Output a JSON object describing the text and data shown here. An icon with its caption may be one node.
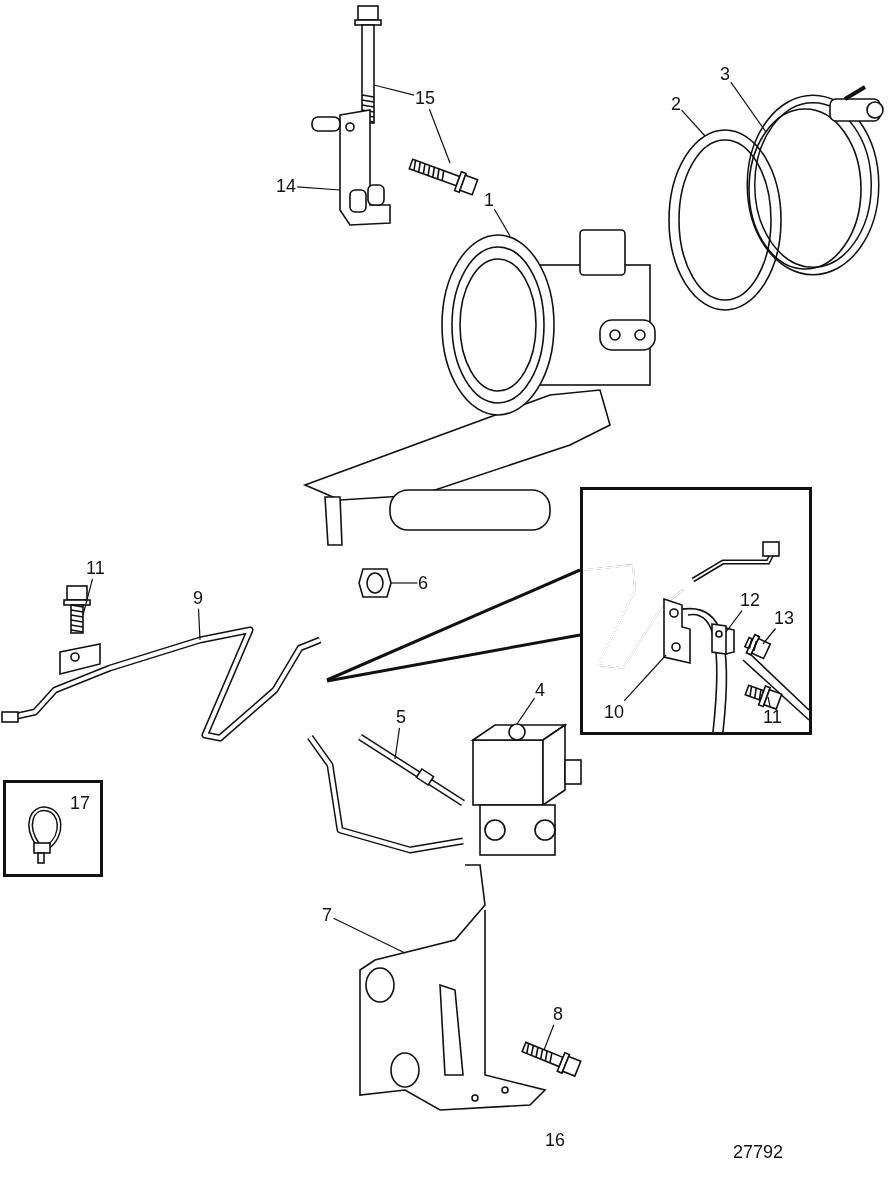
{
  "diagram": {
    "nodes": [
      {
        "text": [
          "15"
        ]
      },
      {
        "text": [],
        "shape": "picture"
      },
      {
        "text": [],
        "shape": "picture"
      },
      {
        "text": [
          "3"
        ]
      },
      {
        "text": [],
        "shape": "picture"
      },
      {
        "text": [
          "2"
        ]
      },
      {
        "text": [],
        "shape": "picture"
      },
      {
        "text": [
          "14"
        ]
      },
      {
        "text": [],
        "shape": "picture"
      },
      {
        "text": [
          "1"
        ]
      },
      {
        "text": [],
        "shape": "picture"
      },
      {
        "text": [
          "11"
        ]
      },
      {
        "text": [],
        "shape": "picture"
      },
      {
        "text": [
          "9"
        ]
      },
      {
        "text": [],
        "shape": "picture"
      },
      {
        "text": [
          "6"
        ]
      },
      {
        "text": [],
        "shape": "picture"
      },
      {
        "text": [],
        "shape": "box"
      },
      {
        "text": [
          "12"
        ],
        "in": 17
      },
      {
        "text": [
          "13"
        ],
        "in": 17
      },
      {
        "text": [
          "10"
        ],
        "in": 17
      },
      {
        "text": [
          "11"
        ],
        "in": 17
      },
      {
        "text": [],
        "shape": "picture",
        "in": 17
      },
      {
        "text": [],
        "shape": "picture",
        "in": 17
      },
      {
        "text": [],
        "shape": "picture",
        "in": 17
      },
      {
        "text": [],
        "shape": "picture",
        "in": 17
      },
      {
        "text": [
          "4"
        ]
      },
      {
        "text": [],
        "shape": "picture"
      },
      {
        "text": [
          "5"
        ]
      },
      {
        "text": [],
        "shape": "picture"
      },
      {
        "text": [
          "17"
        ]
      },
      {
        "text": [
          "7"
        ]
      },
      {
        "text": [],
        "shape": "picture"
      },
      {
        "text": [
          "8"
        ]
      },
      {
        "text": [],
        "shape": "picture"
      }
    ],
    "edges": [
      {
        "from": 0,
        "to": 1,
        "arrow": "none"
      },
      {
        "from": 0,
        "to": 2,
        "arrow": "none"
      },
      {
        "from": 3,
        "to": 4,
        "arrow": "none"
      },
      {
        "from": 5,
        "to": 6,
        "arrow": "none"
      },
      {
        "from": 7,
        "to": 8,
        "arrow": "none"
      },
      {
        "from": 9,
        "to": 10,
        "arrow": "none"
      },
      {
        "from": 11,
        "to": 12,
        "arrow": "none"
      },
      {
        "from": 13,
        "to": 14,
        "arrow": "none"
      },
      {
        "from": 15,
        "to": 16,
        "arrow": "none"
      },
      {
        "from": 18,
        "to": 22,
        "arrow": "none"
      },
      {
        "from": 19,
        "to": 23,
        "arrow": "none"
      },
      {
        "from": 20,
        "to": 24,
        "arrow": "none"
      },
      {
        "from": 21,
        "to": 25,
        "arrow": "none"
      },
      {
        "from": 26,
        "to": 27,
        "arrow": "none"
      },
      {
        "from": 28,
        "to": 29,
        "arrow": "none"
      },
      {
        "from": 31,
        "to": 32,
        "arrow": "none"
      },
      {
        "from": 33,
        "to": 34,
        "arrow": "none"
      }
    ],
    "labels": [
      "16",
      "27792"
    ]
  }
}
